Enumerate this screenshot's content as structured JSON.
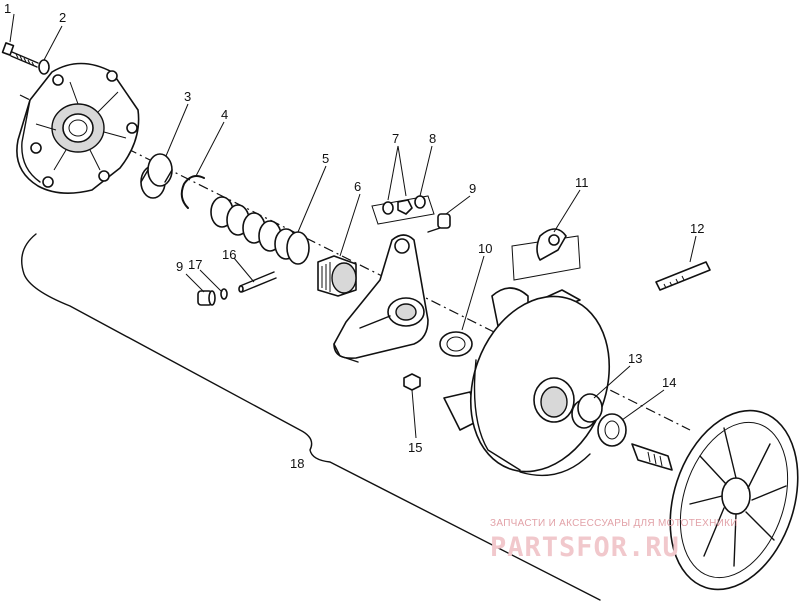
{
  "diagram": {
    "callouts": [
      {
        "id": "c1",
        "text": "1"
      },
      {
        "id": "c2",
        "text": "2"
      },
      {
        "id": "c3",
        "text": "3"
      },
      {
        "id": "c4",
        "text": "4"
      },
      {
        "id": "c5",
        "text": "5"
      },
      {
        "id": "c6",
        "text": "6"
      },
      {
        "id": "c7",
        "text": "7"
      },
      {
        "id": "c8",
        "text": "8"
      },
      {
        "id": "c9a",
        "text": "9"
      },
      {
        "id": "c9b",
        "text": "9"
      },
      {
        "id": "c10",
        "text": "10"
      },
      {
        "id": "c11",
        "text": "11"
      },
      {
        "id": "c12",
        "text": "12"
      },
      {
        "id": "c13",
        "text": "13"
      },
      {
        "id": "c14",
        "text": "14"
      },
      {
        "id": "c15",
        "text": "15"
      },
      {
        "id": "c16",
        "text": "16"
      },
      {
        "id": "c17",
        "text": "17"
      },
      {
        "id": "c18",
        "text": "18"
      }
    ]
  },
  "watermark": {
    "line1": "ЗАПЧАСТИ И АКСЕССУАРЫ ДЛЯ МОТОТЕХНИКИ",
    "line2": "PARTSFOR.RU",
    "color": "#e2a2a8"
  }
}
